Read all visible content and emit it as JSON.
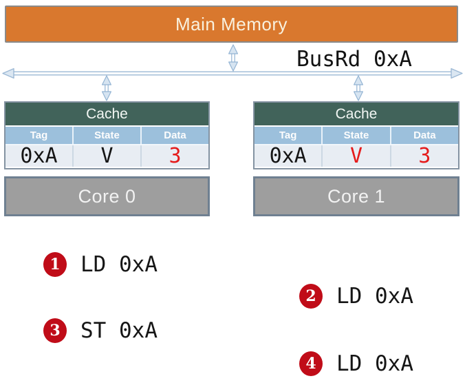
{
  "memory": {
    "label": "Main Memory"
  },
  "bus": {
    "label": "BusRd 0xA"
  },
  "caches": [
    {
      "title": "Cache",
      "columns": [
        "Tag",
        "State",
        "Data"
      ],
      "row": [
        {
          "text": "0xA",
          "color": "black"
        },
        {
          "text": "V",
          "color": "black"
        },
        {
          "text": "3",
          "color": "red"
        }
      ],
      "core": "Core 0"
    },
    {
      "title": "Cache",
      "columns": [
        "Tag",
        "State",
        "Data"
      ],
      "row": [
        {
          "text": "0xA",
          "color": "black"
        },
        {
          "text": "V",
          "color": "red"
        },
        {
          "text": "3",
          "color": "red"
        }
      ],
      "core": "Core 1"
    }
  ],
  "operations": [
    {
      "num": "1",
      "text": "LD 0xA",
      "side": "left"
    },
    {
      "num": "2",
      "text": "LD 0xA",
      "side": "right"
    },
    {
      "num": "3",
      "text": "ST 0xA",
      "side": "left"
    },
    {
      "num": "4",
      "text": "LD 0xA",
      "side": "right"
    }
  ],
  "colors": {
    "memory_fill": "#d9782e",
    "memory_border": "#8a8a8a",
    "cache_title_fill": "#41635a",
    "table_header_fill": "#9cc0dc",
    "table_row_fill": "#e8edf3",
    "core_fill": "#9e9e9e",
    "core_border": "#6f8091",
    "arrow_stroke": "#93b4d3",
    "arrow_fill": "#d6e4f1",
    "value_red": "#e51b1b",
    "badge_red": "#c00c18"
  }
}
